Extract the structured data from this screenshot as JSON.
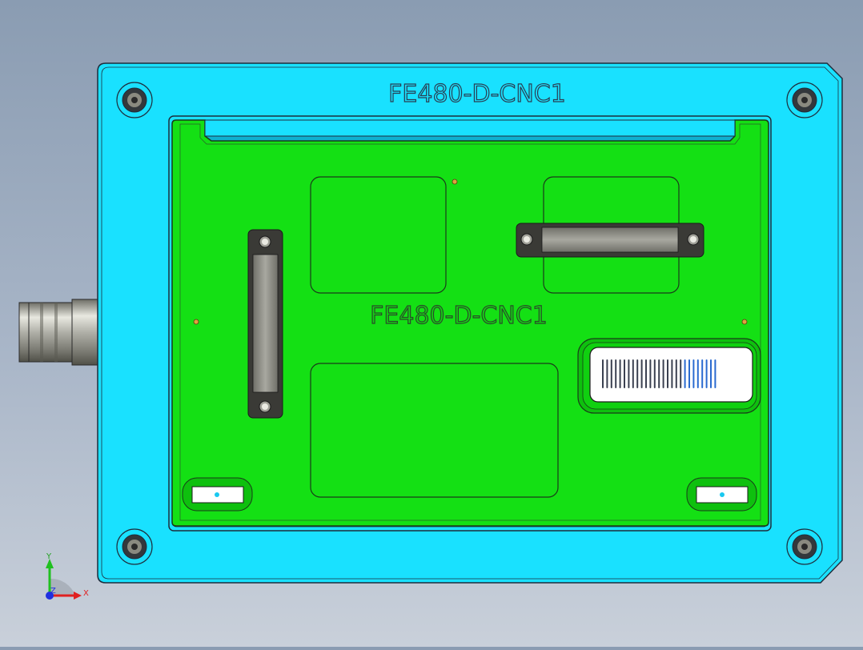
{
  "model": {
    "housing_label": "FE480-D-CNC1",
    "pcb_label": "FE480-D-CNC1"
  },
  "triad": {
    "x_label": "X",
    "y_label": "Y",
    "z_label": "Z"
  },
  "colors": {
    "housing": "#19e1ff",
    "pcb": "#14e014",
    "outline": "#1e2d3c",
    "axis_x": "#e02020",
    "axis_y": "#20c020",
    "axis_z": "#2030e0"
  }
}
